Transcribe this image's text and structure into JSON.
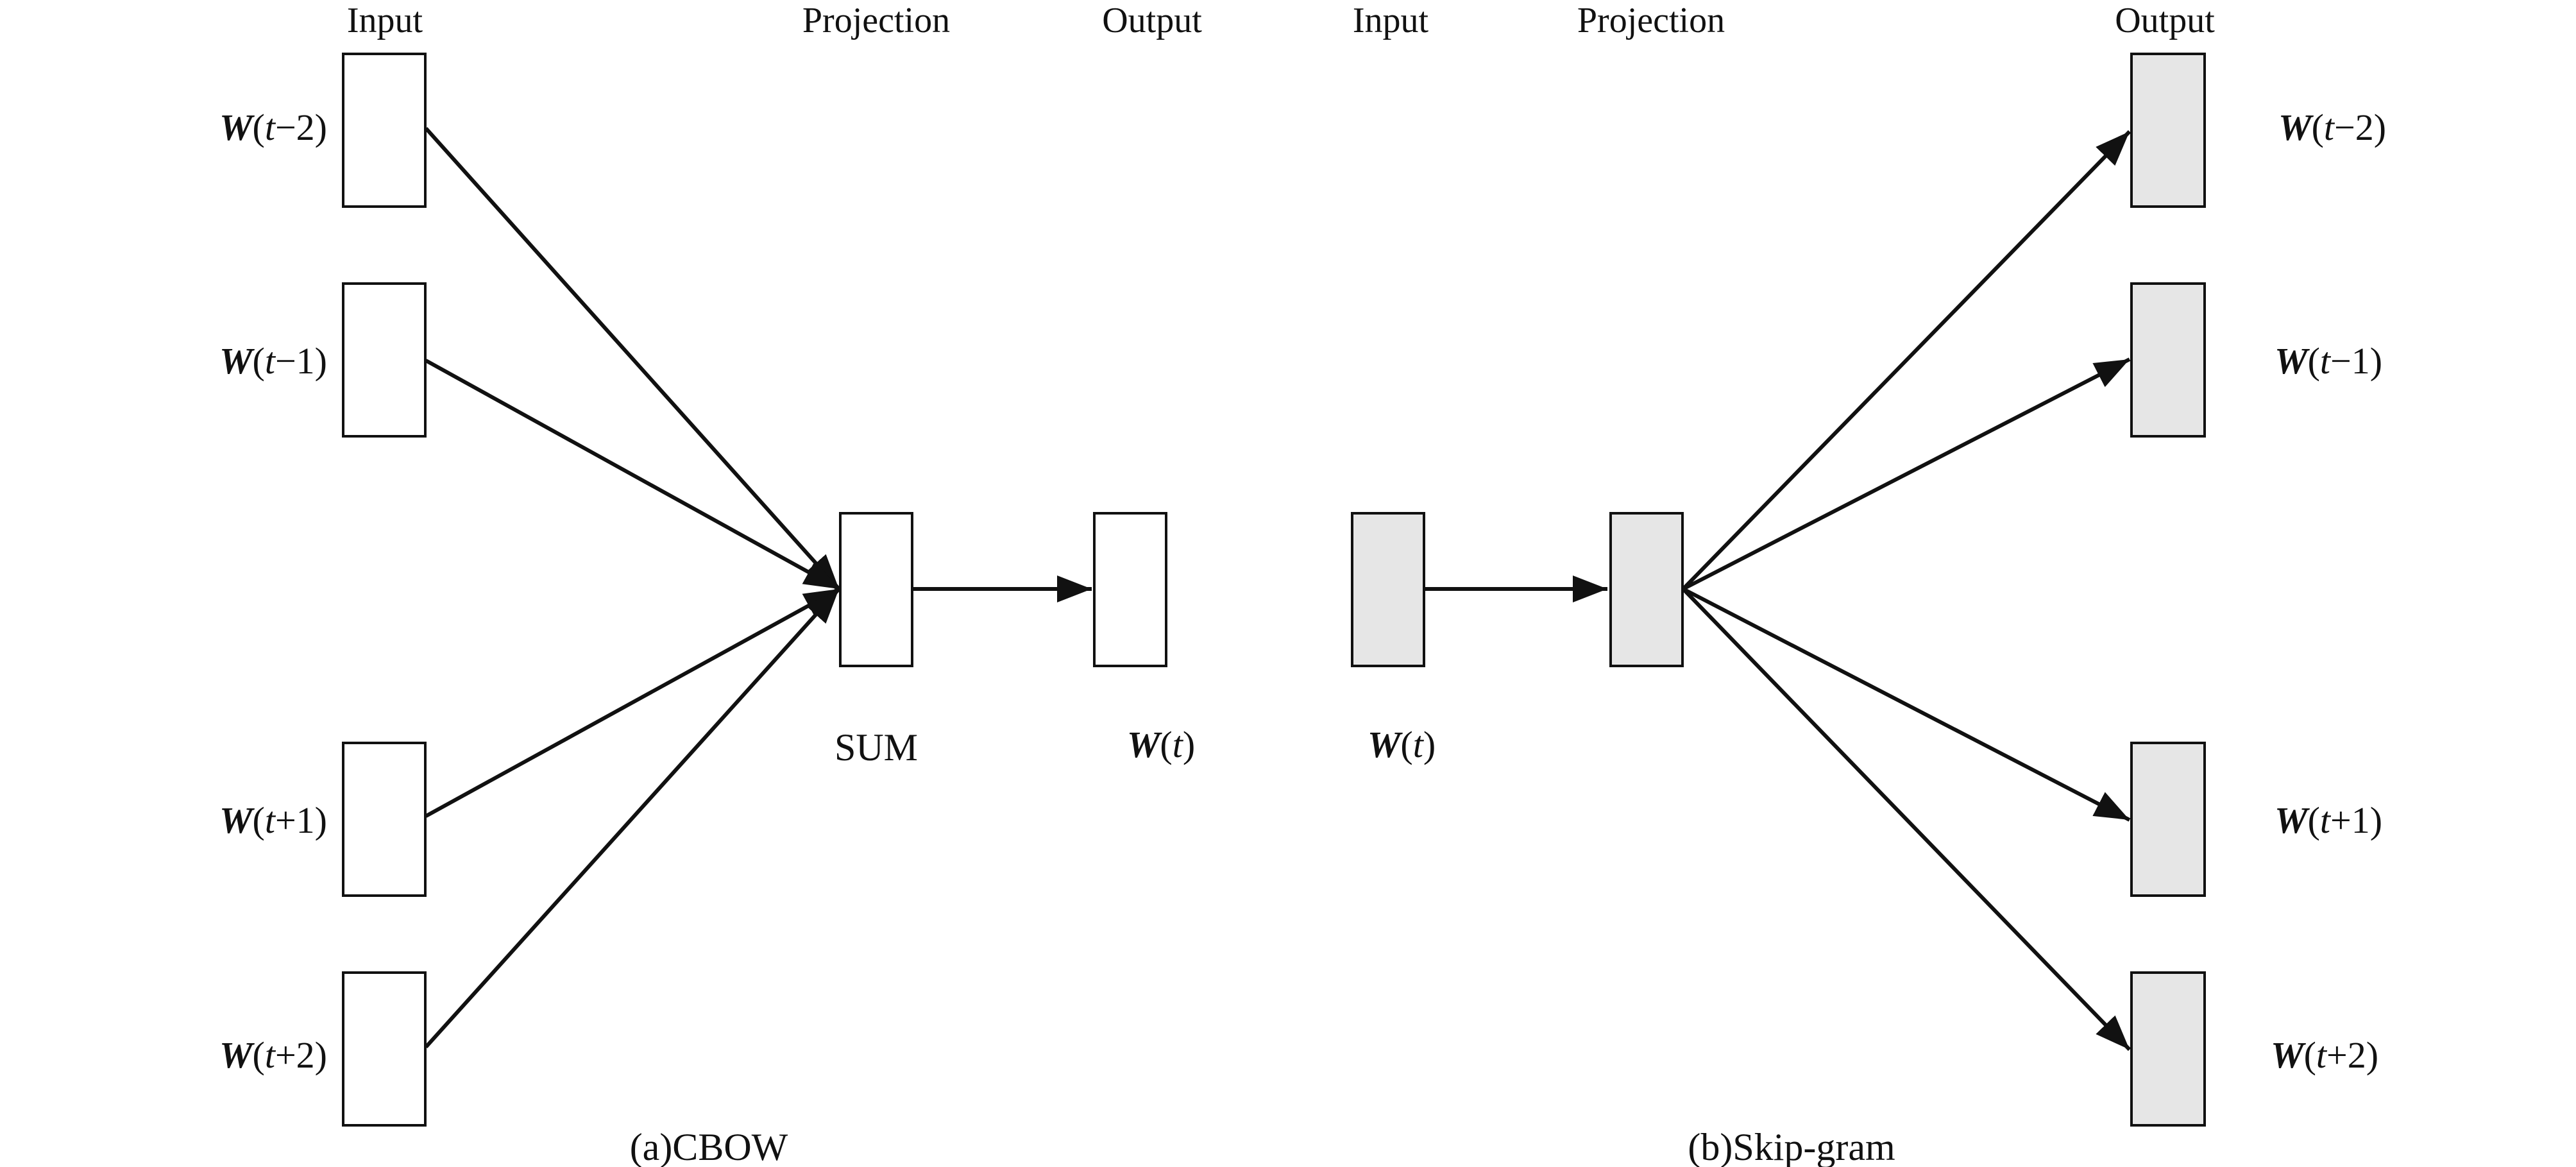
{
  "colors": {
    "box_fill_plain": "#ffffff",
    "box_fill_shaded": "#e6e6e6",
    "stroke": "#111111"
  },
  "cbow": {
    "headers": {
      "input": "Input",
      "projection": "Projection",
      "output": "Output"
    },
    "inputs": [
      {
        "symbol": "W",
        "open": "(",
        "var": "t",
        "offset": "−2)"
      },
      {
        "symbol": "W",
        "open": "(",
        "var": "t",
        "offset": "−1)"
      },
      {
        "symbol": "W",
        "open": "(",
        "var": "t",
        "offset": "+1)"
      },
      {
        "symbol": "W",
        "open": "(",
        "var": "t",
        "offset": "+2)"
      }
    ],
    "projection_label": "SUM",
    "output": {
      "symbol": "W",
      "open": "(",
      "var": "t",
      "close": ")"
    },
    "caption": "(a)CBOW"
  },
  "skipgram": {
    "headers": {
      "input": "Input",
      "projection": "Projection",
      "output": "Output"
    },
    "input": {
      "symbol": "W",
      "open": "(",
      "var": "t",
      "close": ")"
    },
    "outputs": [
      {
        "symbol": "W",
        "open": "(",
        "var": "t",
        "offset": "−2)"
      },
      {
        "symbol": "W",
        "open": "(",
        "var": "t",
        "offset": "−1)"
      },
      {
        "symbol": "W",
        "open": "(",
        "var": "t",
        "offset": "+1)"
      },
      {
        "symbol": "W",
        "open": "(",
        "var": "t",
        "offset": "+2)"
      }
    ],
    "caption": "(b)Skip-gram"
  }
}
